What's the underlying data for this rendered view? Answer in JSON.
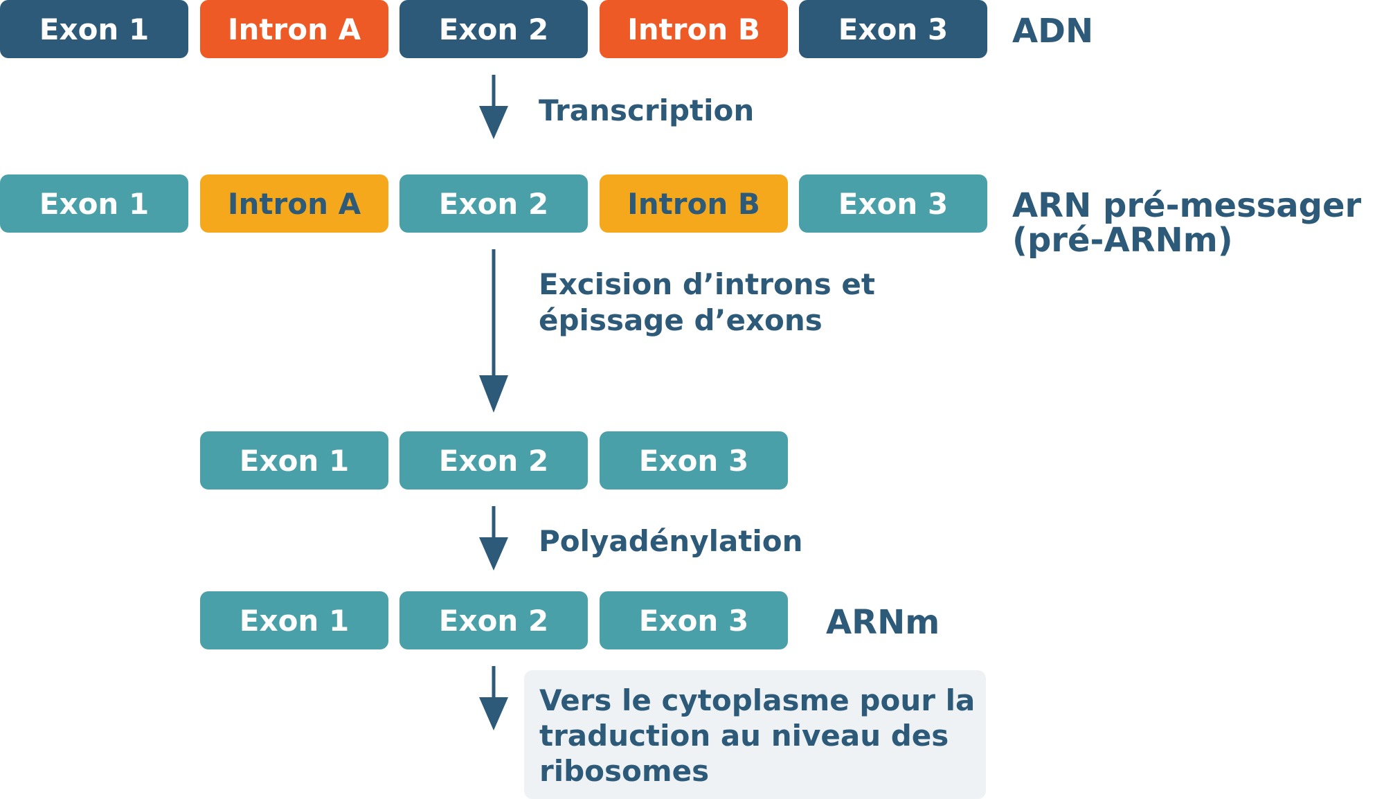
{
  "colors": {
    "dna_exon": "#2c5a78",
    "dna_intron": "#ee5a26",
    "rna_exon": "#4aa0a8",
    "rna_intron": "#f5a81c",
    "text": "#2c5a78",
    "note_bg": "#eef2f5"
  },
  "rows": {
    "dna": {
      "label": "ADN",
      "segments": [
        "Exon 1",
        "Intron A",
        "Exon 2",
        "Intron B",
        "Exon 3"
      ]
    },
    "pre_mrna": {
      "label_line1": "ARN pré-messager",
      "label_line2": "(pré-ARNm)",
      "segments": [
        "Exon 1",
        "Intron A",
        "Exon 2",
        "Intron B",
        "Exon 3"
      ]
    },
    "spliced": {
      "segments": [
        "Exon 1",
        "Exon 2",
        "Exon 3"
      ]
    },
    "mrna": {
      "label": "ARNm",
      "segments": [
        "Exon 1",
        "Exon 2",
        "Exon 3"
      ]
    }
  },
  "steps": {
    "transcription": "Transcription",
    "splicing_line1": "Excision d’introns et",
    "splicing_line2": "épissage d’exons",
    "polyadenylation": "Polyadénylation"
  },
  "note": {
    "line1": "Vers le cytoplasme pour la",
    "line2": "traduction au niveau des",
    "line3": "ribosomes"
  }
}
